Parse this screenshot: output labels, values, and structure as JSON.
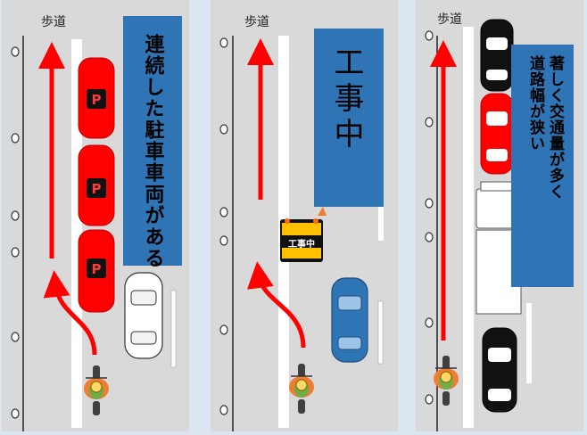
{
  "panels": [
    {
      "sidewalk_label": "歩道",
      "sign_text": "連続した駐車車両がある",
      "parking_mark": "P"
    },
    {
      "sidewalk_label": "歩道",
      "sign_text": "工事中",
      "barrier_text": "工事中"
    },
    {
      "sidewalk_label": "歩道",
      "sign_line1": "著しく交通量が多く",
      "sign_line2": "道路幅が狭い"
    }
  ],
  "colors": {
    "background": "#dbe6f1",
    "road": "#d9d9d9",
    "sign": "#2f74b5",
    "arrow": "#ff0000",
    "parked_car": "#ff0000",
    "police_car": "#2e75b6"
  }
}
